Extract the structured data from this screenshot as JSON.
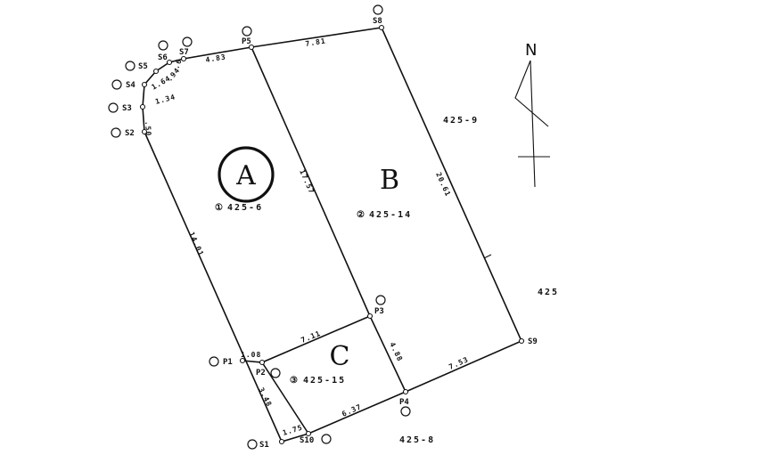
{
  "diagram": {
    "regions": [
      {
        "id": "A",
        "label": "A",
        "lot": "425-6",
        "lot_mark": "①"
      },
      {
        "id": "B",
        "label": "B",
        "lot": "425-14",
        "lot_mark": "②"
      },
      {
        "id": "C",
        "label": "C",
        "lot": "425-15",
        "lot_mark": "③"
      }
    ],
    "adjacent_lots": [
      "425-9",
      "425",
      "425-8"
    ],
    "north": "N",
    "points": [
      "S1",
      "S2",
      "S3",
      "S4",
      "S5",
      "S6",
      "S7",
      "P5",
      "S8",
      "S9",
      "P4",
      "S10",
      "P1",
      "P2",
      "P3"
    ],
    "dimensions": {
      "s7_p5": "4.83",
      "p5_s8": "7.81",
      "s8_s9": "20.61",
      "p5_p3": "17.57",
      "s2_p1": "14.01",
      "p2_p3": "7.11",
      "p3_p4": "4.88",
      "p4_s9": "7.53",
      "p1_p2": "1.08",
      "p2_s1": "3.48",
      "s10_p4": "6.37",
      "s1_s10": "1.75",
      "s2_s3": ".50",
      "s3_s4": "1.34",
      "s4_s5": "1.64",
      "s5_s6": ".94",
      "s6_s7": ".6"
    }
  }
}
